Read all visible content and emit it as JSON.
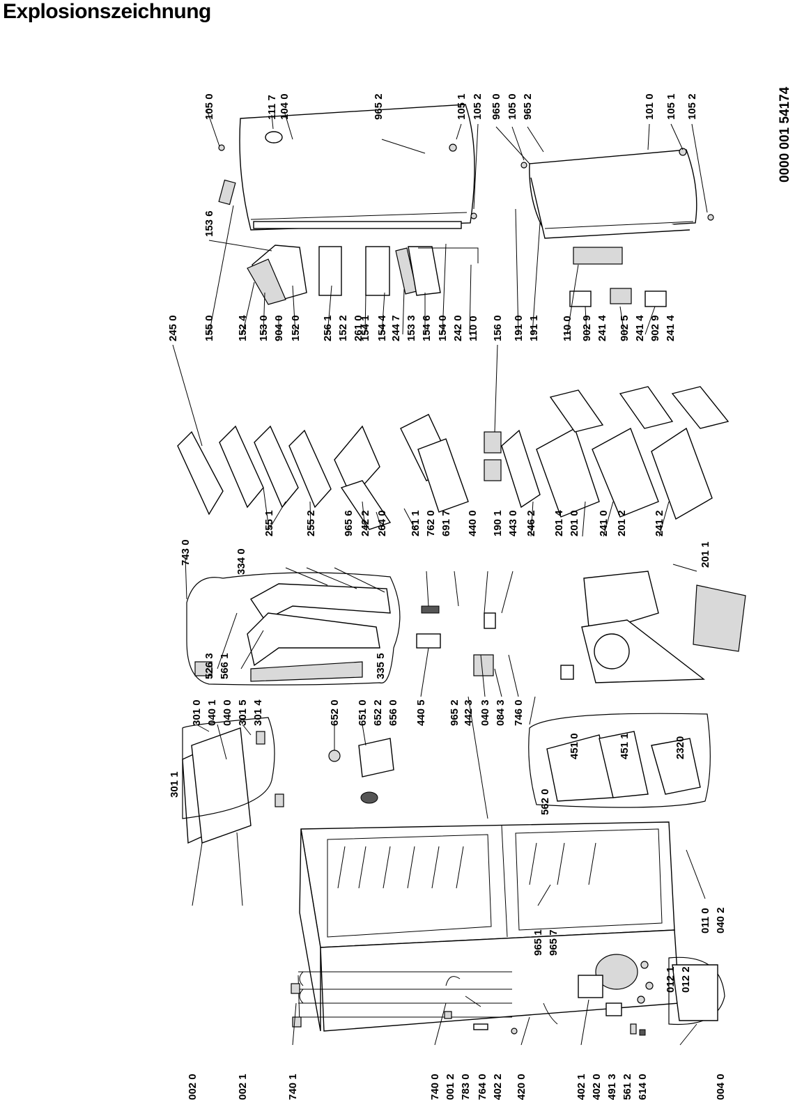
{
  "title": "Explosionszeichnung",
  "document_number": "0000 001 54174",
  "callouts": [
    {
      "id": "c-1050-top",
      "text": "105 0"
    },
    {
      "id": "c-1117",
      "text": "111 7"
    },
    {
      "id": "c-1040",
      "text": "104 0"
    },
    {
      "id": "c-9652-a",
      "text": "965 2"
    },
    {
      "id": "c-1051-a",
      "text": "105 1"
    },
    {
      "id": "c-1052-a",
      "text": "105 2"
    },
    {
      "id": "c-9650",
      "text": "965 0"
    },
    {
      "id": "c-1050-b",
      "text": "105 0"
    },
    {
      "id": "c-9652-b",
      "text": "965 2"
    },
    {
      "id": "c-1010",
      "text": "101 0"
    },
    {
      "id": "c-1051-b",
      "text": "105 1"
    },
    {
      "id": "c-1052-b",
      "text": "105 2"
    },
    {
      "id": "c-1536",
      "text": "153 6"
    },
    {
      "id": "c-2450",
      "text": "245 0"
    },
    {
      "id": "c-1550",
      "text": "155 0"
    },
    {
      "id": "c-1524",
      "text": "152 4"
    },
    {
      "id": "c-1530",
      "text": "153 0"
    },
    {
      "id": "c-9040",
      "text": "904 0"
    },
    {
      "id": "c-1520",
      "text": "152 0"
    },
    {
      "id": "c-2561",
      "text": "256 1"
    },
    {
      "id": "c-1522",
      "text": "152 2"
    },
    {
      "id": "c-2610",
      "text": "261 0"
    },
    {
      "id": "c-1541",
      "text": "154 1"
    },
    {
      "id": "c-1544",
      "text": "154 4"
    },
    {
      "id": "c-2447",
      "text": "244 7"
    },
    {
      "id": "c-1533",
      "text": "153 3"
    },
    {
      "id": "c-1546",
      "text": "154 6"
    },
    {
      "id": "c-1540",
      "text": "154 0"
    },
    {
      "id": "c-2420",
      "text": "242 0"
    },
    {
      "id": "c-1100-a",
      "text": "110 0"
    },
    {
      "id": "c-1560",
      "text": "156 0"
    },
    {
      "id": "c-1910",
      "text": "191 0"
    },
    {
      "id": "c-1911",
      "text": "191 1"
    },
    {
      "id": "c-1100-b",
      "text": "110 0"
    },
    {
      "id": "c-9029-a",
      "text": "902 9"
    },
    {
      "id": "c-2414-a",
      "text": "241 4"
    },
    {
      "id": "c-9025",
      "text": "902 5"
    },
    {
      "id": "c-2414-b",
      "text": "241 4"
    },
    {
      "id": "c-9029-b",
      "text": "902 9"
    },
    {
      "id": "c-2414-c",
      "text": "241 4"
    },
    {
      "id": "c-7430",
      "text": "743 0"
    },
    {
      "id": "c-2551",
      "text": "255 1"
    },
    {
      "id": "c-2552",
      "text": "255 2"
    },
    {
      "id": "c-9656",
      "text": "965 6"
    },
    {
      "id": "c-2422",
      "text": "242 2"
    },
    {
      "id": "c-2640",
      "text": "264 0"
    },
    {
      "id": "c-3340",
      "text": "334 0"
    },
    {
      "id": "c-2611",
      "text": "261 1"
    },
    {
      "id": "c-7620",
      "text": "762 0"
    },
    {
      "id": "c-6917",
      "text": "691 7"
    },
    {
      "id": "c-4400",
      "text": "440 0"
    },
    {
      "id": "c-1901",
      "text": "190 1"
    },
    {
      "id": "c-4430",
      "text": "443 0"
    },
    {
      "id": "c-2462",
      "text": "246 2"
    },
    {
      "id": "c-2014",
      "text": "201 4"
    },
    {
      "id": "c-2010",
      "text": "201 0"
    },
    {
      "id": "c-2410",
      "text": "241 0"
    },
    {
      "id": "c-2012",
      "text": "201 2"
    },
    {
      "id": "c-2412",
      "text": "241 2"
    },
    {
      "id": "c-2011",
      "text": "201 1"
    },
    {
      "id": "c-5263",
      "text": "526 3"
    },
    {
      "id": "c-5661",
      "text": "566 1"
    },
    {
      "id": "c-3355",
      "text": "335 5"
    },
    {
      "id": "c-3010",
      "text": "301 0"
    },
    {
      "id": "c-0401-a",
      "text": "040 1"
    },
    {
      "id": "c-0400",
      "text": "040 0"
    },
    {
      "id": "c-3015",
      "text": "301 5"
    },
    {
      "id": "c-3014",
      "text": "301 4"
    },
    {
      "id": "c-3011",
      "text": "301 1"
    },
    {
      "id": "c-6520",
      "text": "652 0"
    },
    {
      "id": "c-6510",
      "text": "651 0"
    },
    {
      "id": "c-6522",
      "text": "652 2"
    },
    {
      "id": "c-6560",
      "text": "656 0"
    },
    {
      "id": "c-4405",
      "text": "440 5"
    },
    {
      "id": "c-9652-c",
      "text": "965 2"
    },
    {
      "id": "c-4423",
      "text": "442 3"
    },
    {
      "id": "c-0403",
      "text": "040 3"
    },
    {
      "id": "c-0843",
      "text": "084 3"
    },
    {
      "id": "c-7460",
      "text": "746 0"
    },
    {
      "id": "c-4510",
      "text": "451 0"
    },
    {
      "id": "c-4511",
      "text": "451 1"
    },
    {
      "id": "c-2320",
      "text": "2320"
    },
    {
      "id": "c-5620",
      "text": "562 0"
    },
    {
      "id": "c-9651",
      "text": "965 1"
    },
    {
      "id": "c-9657",
      "text": "965 7"
    },
    {
      "id": "c-0110",
      "text": "011 0"
    },
    {
      "id": "c-0402-b",
      "text": "040 2"
    },
    {
      "id": "c-0121",
      "text": "012 1"
    },
    {
      "id": "c-0122",
      "text": "012 2"
    },
    {
      "id": "c-0020",
      "text": "002 0"
    },
    {
      "id": "c-0021",
      "text": "002 1"
    },
    {
      "id": "c-7401",
      "text": "740 1"
    },
    {
      "id": "c-7400",
      "text": "740 0"
    },
    {
      "id": "c-0012",
      "text": "001 2"
    },
    {
      "id": "c-7830",
      "text": "783 0"
    },
    {
      "id": "c-7640",
      "text": "764 0"
    },
    {
      "id": "c-4022",
      "text": "402 2"
    },
    {
      "id": "c-4200",
      "text": "420 0"
    },
    {
      "id": "c-4021",
      "text": "402 1"
    },
    {
      "id": "c-4020",
      "text": "402 0"
    },
    {
      "id": "c-4913",
      "text": "491 3"
    },
    {
      "id": "c-5612",
      "text": "561 2"
    },
    {
      "id": "c-6140",
      "text": "614 0"
    },
    {
      "id": "c-0040",
      "text": "004 0"
    }
  ]
}
